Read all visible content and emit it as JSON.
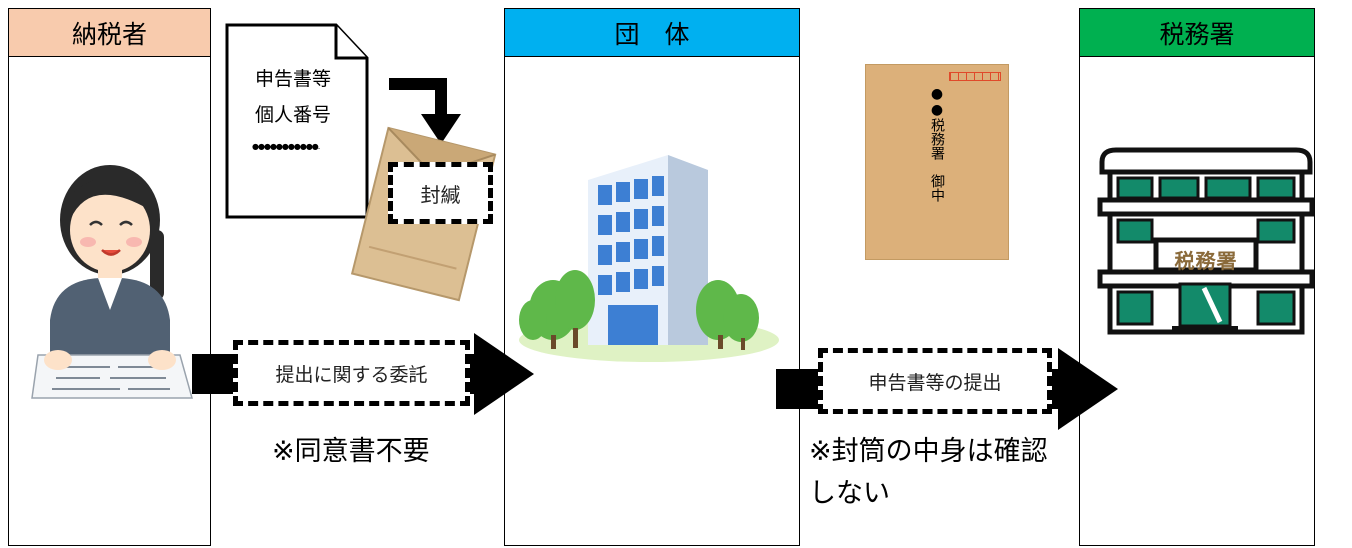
{
  "columns": {
    "taxpayer": {
      "label": "納税者",
      "color": "#f8cbad"
    },
    "organization": {
      "label": "団　体",
      "color": "#00b0f0"
    },
    "tax_office": {
      "label": "税務署",
      "color": "#00b050"
    }
  },
  "document": {
    "line1": "申告書等",
    "line2": "個人番号",
    "line3": "●●●●●●●●●●●."
  },
  "seal_label": "封緘",
  "consignment_label": "提出に関する委託",
  "submission_label": "申告書等の提出",
  "note_left": "※同意書不要",
  "note_right_line1": "※封筒の中身は確認",
  "note_right_line2": "しない",
  "envelope": {
    "addressee": "●●税務署　御中"
  },
  "building_sign": "税務署"
}
